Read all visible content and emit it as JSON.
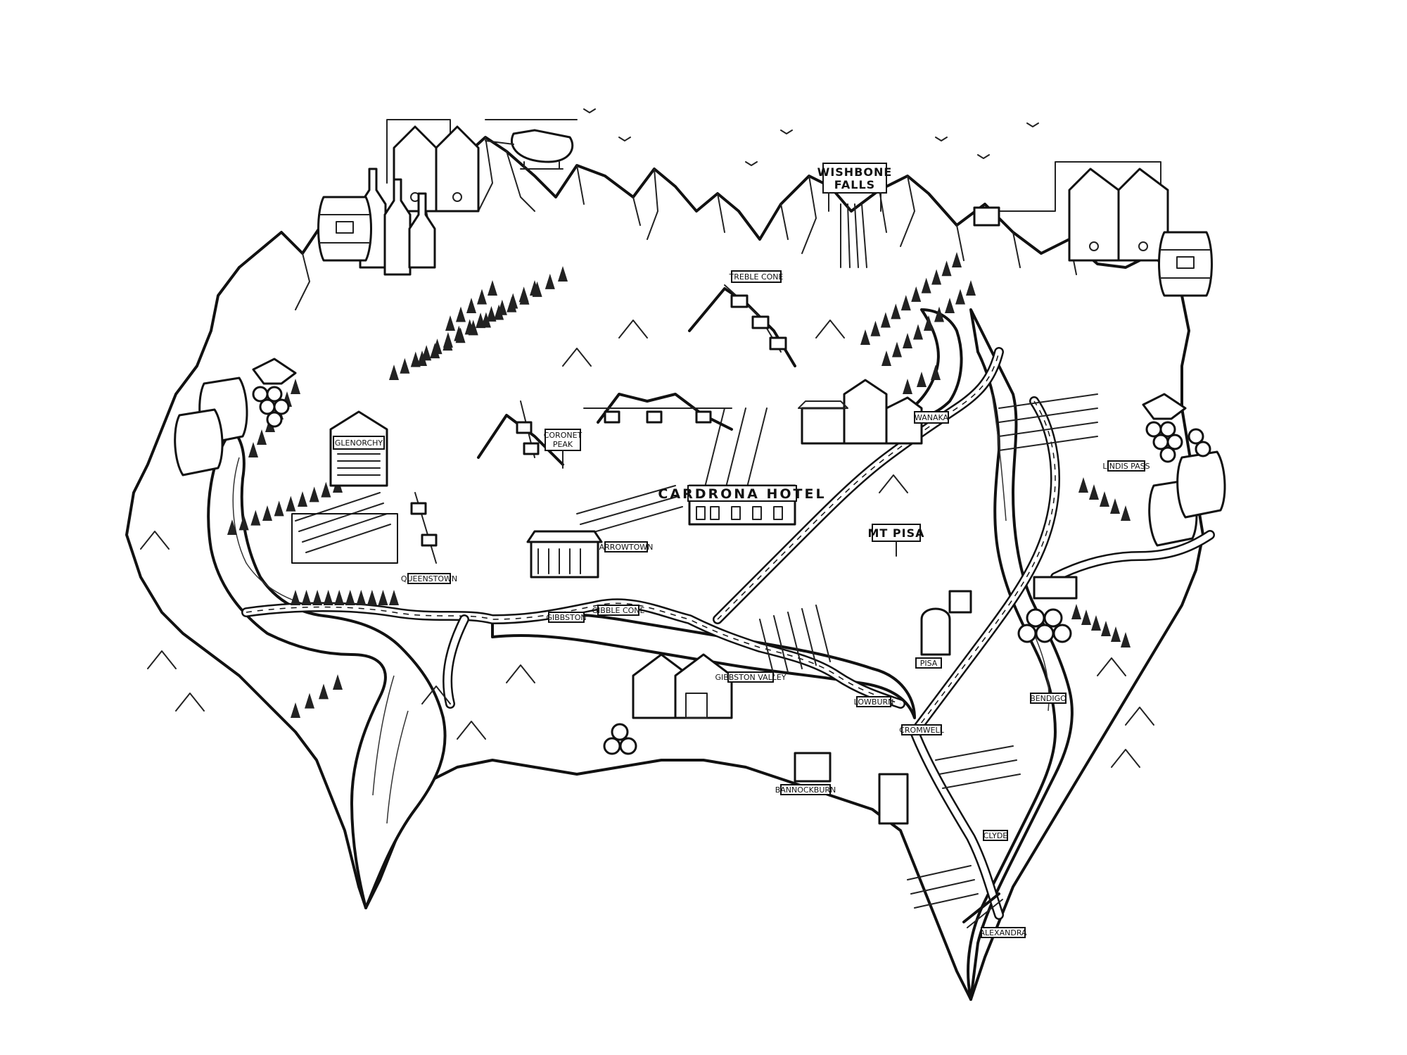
{
  "labels": {
    "wishbone_line1": "WISHBONE",
    "wishbone_line2": "FALLS",
    "treble_cone": "TREBLE CONE",
    "coronet_peak_line1": "CORONET",
    "coronet_peak_line2": "PEAK",
    "glenorchy": "GLENORCHY",
    "cardrona_hotel": "CARDRONA HOTEL",
    "wanaka": "WANAKA",
    "mt_pisa": "MT PISA",
    "arrowtown": "ARROWTOWN",
    "queenstown": "QUEENSTOWN",
    "gibbston": "GIBBSTON",
    "gibble_cone": "GIBBLE CONE",
    "gibbston_valley": "GIBBSTON VALLEY",
    "lindis_pass": "LINDIS PASS",
    "pisa": "PISA",
    "lowburn": "LOWBURN",
    "cromwell": "CROMWELL",
    "bannockburn": "BANNOCKBURN",
    "bendigo": "BENDIGO",
    "clyde": "CLYDE",
    "alexandra": "ALEXANDRA"
  }
}
